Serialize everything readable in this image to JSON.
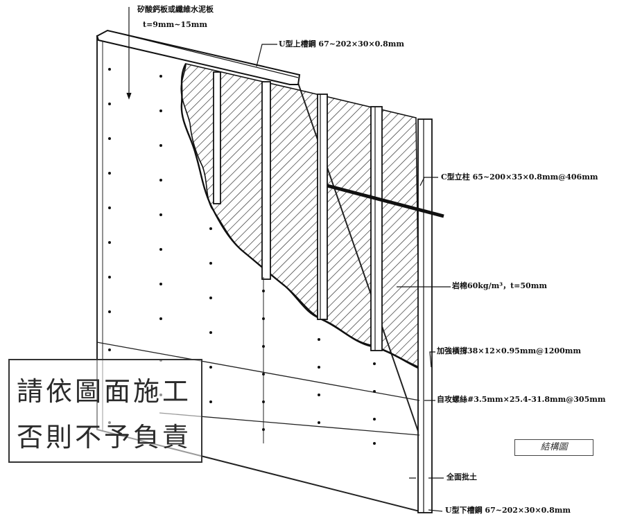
{
  "labels": {
    "board": "矽酸鈣板或纖維水泥板",
    "board_thickness": "t=9mm~15mm",
    "top_track": "U型上槽鋼 67~202×30×0.8mm",
    "stud": "C型立柱 65~200×35×0.8mm@406mm",
    "insulation": "岩棉60kg/m³，t=50mm",
    "bracing": "加強橫撐38×12×0.95mm@1200mm",
    "screw": "自攻螺絲#3.5mm×25.4-31.8mm@305mm",
    "putty": "全面批土",
    "bottom_track": "U型下槽鋼 67~202×30×0.8mm"
  },
  "stamp": {
    "line1": "請依圖面施工",
    "line2": "否則不予負責"
  },
  "logo_text": "結構圖"
}
